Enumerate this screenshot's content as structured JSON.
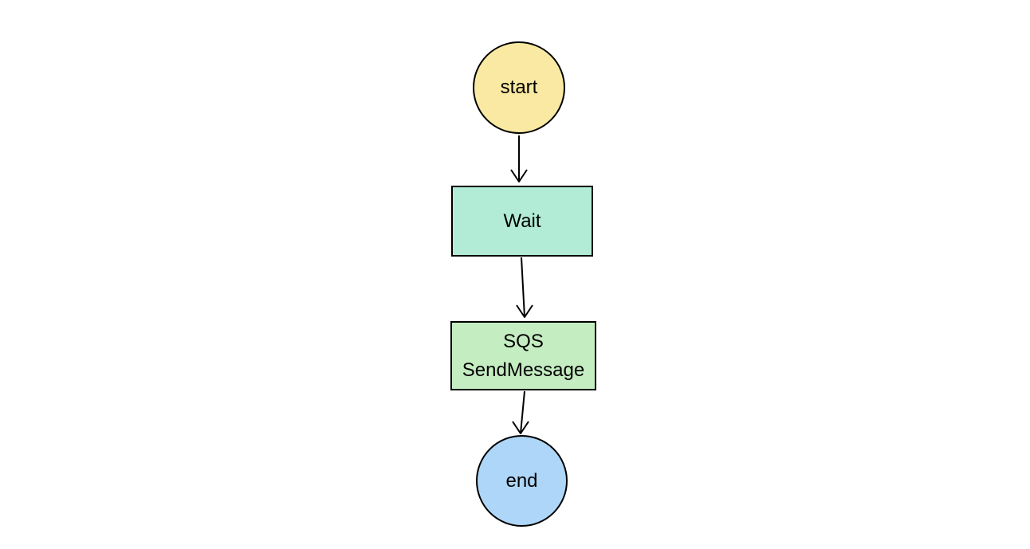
{
  "diagram": {
    "background_color": "#ffffff",
    "stroke_color": "#000000",
    "text_color": "#000000",
    "nodes": [
      {
        "id": "start",
        "type": "circle",
        "label": "start",
        "fill": "#f9e9a2"
      },
      {
        "id": "wait",
        "type": "rect",
        "label": "Wait",
        "fill": "#b2ecd7"
      },
      {
        "id": "sqs-sendmessage",
        "type": "rect",
        "label": "SQS SendMessage",
        "fill": "#c5edc2"
      },
      {
        "id": "end",
        "type": "circle",
        "label": "end",
        "fill": "#aed6f8"
      }
    ],
    "edges": [
      {
        "from": "start",
        "to": "wait"
      },
      {
        "from": "wait",
        "to": "sqs-sendmessage"
      },
      {
        "from": "sqs-sendmessage",
        "to": "end"
      }
    ]
  }
}
